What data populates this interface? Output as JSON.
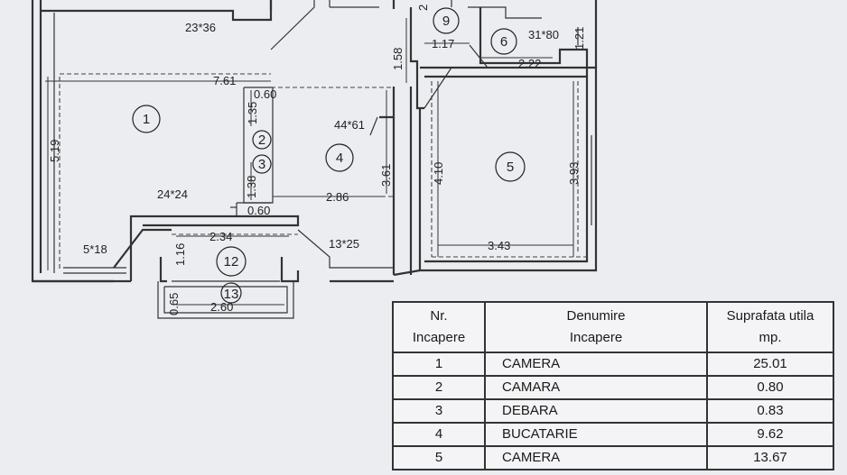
{
  "plan": {
    "rooms": [
      {
        "number": "1"
      },
      {
        "number": "2"
      },
      {
        "number": "3"
      },
      {
        "number": "4"
      },
      {
        "number": "5"
      },
      {
        "number": "6"
      },
      {
        "number": "9"
      },
      {
        "number": "12"
      },
      {
        "number": "13"
      }
    ],
    "dimensions": [
      "23*36",
      "7.61",
      "1.58",
      "1.17",
      "2.22",
      "31*80",
      "1.21",
      "0.60",
      "1.35",
      "44*61",
      "5.19",
      "1.38",
      "3.61",
      "4.10",
      "3.93",
      "2.86",
      "0.60",
      "24*24",
      "2.34",
      "1.16",
      "5*18",
      "13*25",
      "3.43",
      "0.65",
      "2.60",
      "2"
    ]
  },
  "table": {
    "headers": {
      "nr": [
        "Nr.",
        "Incapere"
      ],
      "name": [
        "Denumire",
        "Incapere"
      ],
      "area": [
        "Suprafata utila",
        "mp."
      ]
    },
    "rows": [
      {
        "nr": "1",
        "name": "CAMERA",
        "area": "25.01"
      },
      {
        "nr": "2",
        "name": "CAMARA",
        "area": "0.80"
      },
      {
        "nr": "3",
        "name": "DEBARA",
        "area": "0.83"
      },
      {
        "nr": "4",
        "name": "BUCATARIE",
        "area": "9.62"
      },
      {
        "nr": "5",
        "name": "CAMERA",
        "area": "13.67"
      }
    ]
  }
}
